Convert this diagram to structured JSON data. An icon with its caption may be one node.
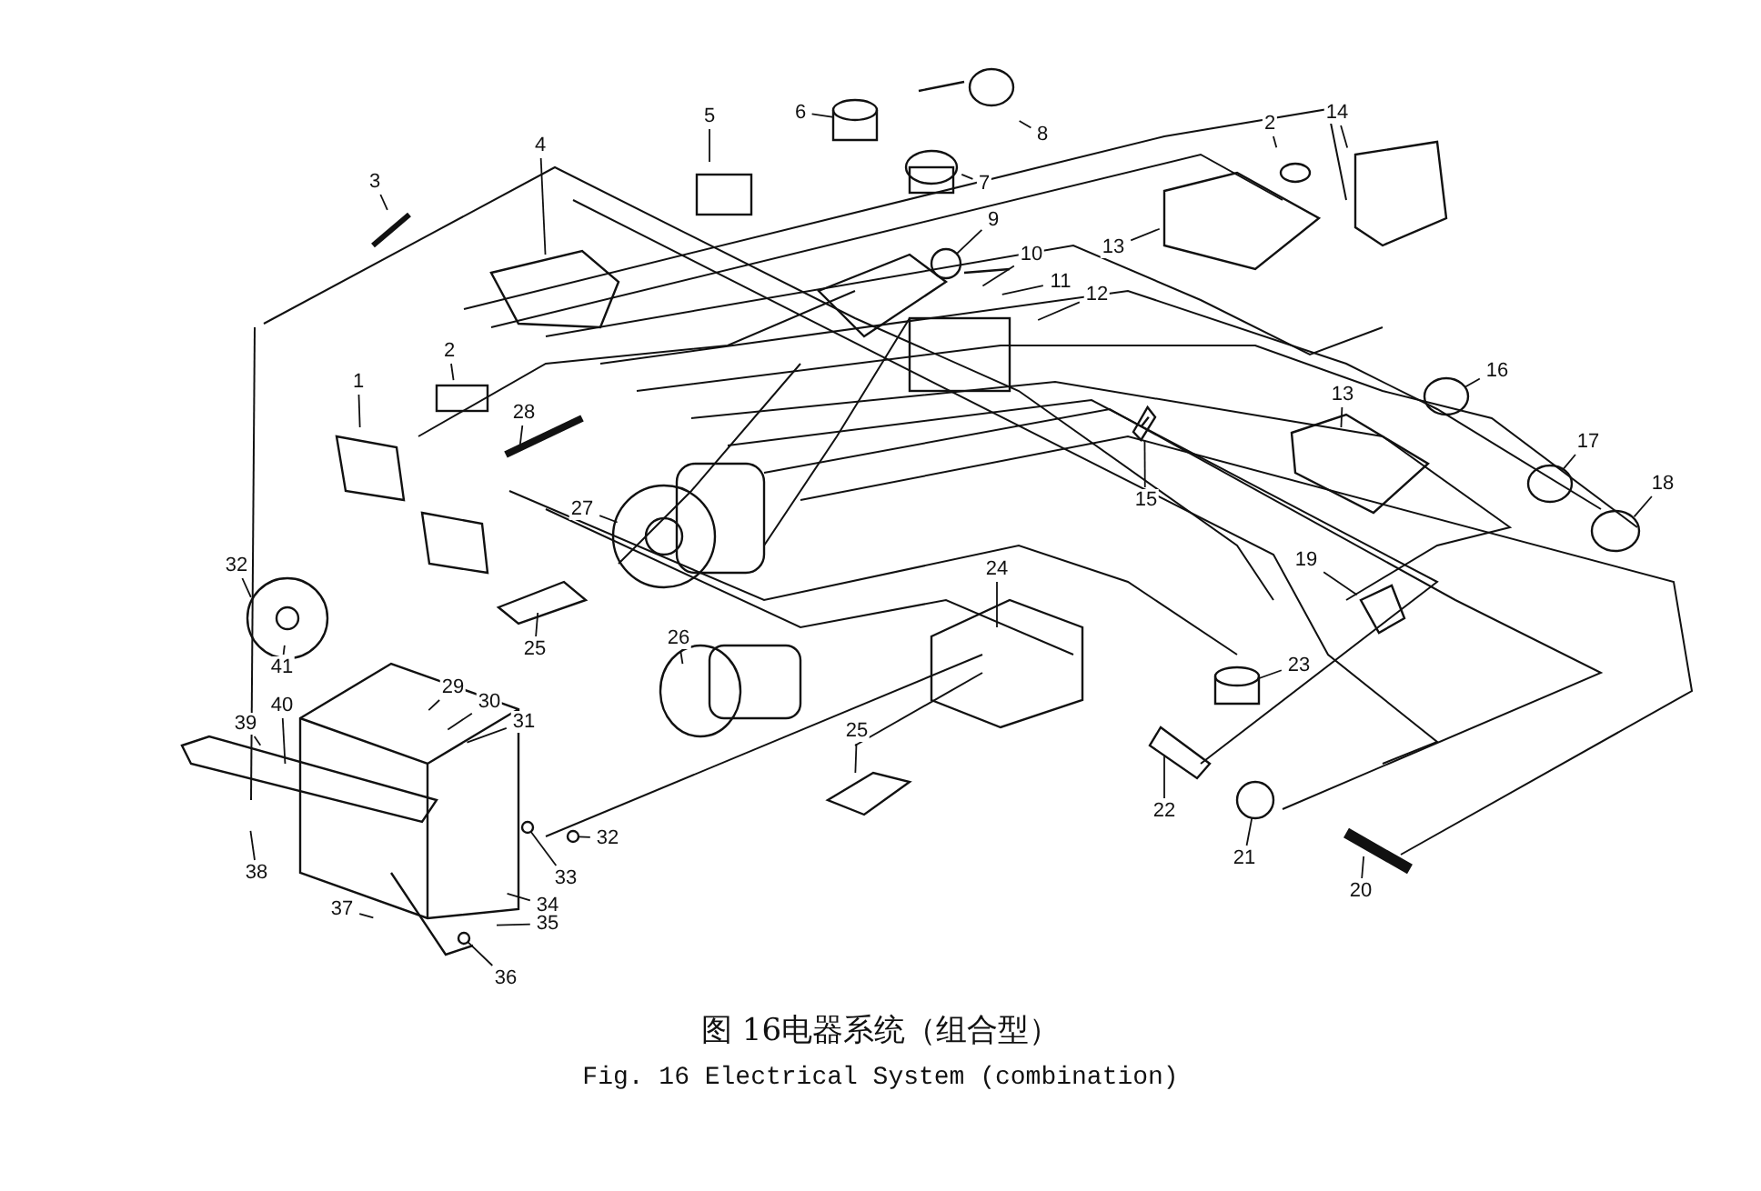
{
  "diagram": {
    "caption": "图 16电器系统（组合型）",
    "nodes": [
      {
        "text": [
          "6"
        ]
      },
      {
        "text": [
          "14"
        ]
      },
      {
        "text": [
          "5"
        ]
      },
      {
        "text": [
          "2"
        ]
      },
      {
        "text": [
          "8"
        ]
      },
      {
        "text": [
          "4"
        ]
      },
      {
        "text": [
          "3"
        ]
      },
      {
        "text": [
          "7"
        ]
      },
      {
        "text": [
          "9"
        ]
      },
      {
        "text": [
          "13"
        ]
      },
      {
        "text": [
          "10"
        ]
      },
      {
        "text": [
          "11"
        ]
      },
      {
        "text": [
          "12"
        ]
      },
      {
        "text": [
          "2"
        ]
      },
      {
        "text": [
          "16"
        ]
      },
      {
        "text": [
          "1"
        ]
      },
      {
        "text": [
          "13"
        ]
      },
      {
        "text": [
          "28"
        ]
      },
      {
        "text": [
          "17"
        ]
      },
      {
        "text": [
          "18"
        ]
      },
      {
        "text": [
          "15"
        ]
      },
      {
        "text": [
          "27"
        ]
      },
      {
        "text": [
          "19"
        ]
      },
      {
        "text": [
          "24"
        ]
      },
      {
        "text": [
          "32"
        ]
      },
      {
        "text": [
          "26"
        ]
      },
      {
        "text": [
          "25"
        ]
      },
      {
        "text": [
          "41"
        ]
      },
      {
        "text": [
          "23"
        ]
      },
      {
        "text": [
          "29"
        ]
      },
      {
        "text": [
          "30"
        ]
      },
      {
        "text": [
          "40"
        ]
      },
      {
        "text": [
          "31"
        ]
      },
      {
        "text": [
          "39"
        ]
      },
      {
        "text": [
          "25"
        ]
      },
      {
        "text": [
          "22"
        ]
      },
      {
        "text": [
          "32"
        ]
      },
      {
        "text": [
          "21"
        ]
      },
      {
        "text": [
          "38"
        ]
      },
      {
        "text": [
          "33"
        ]
      },
      {
        "text": [
          "20"
        ]
      },
      {
        "text": [
          "34"
        ]
      },
      {
        "text": [
          "37"
        ]
      },
      {
        "text": [
          "35"
        ]
      },
      {
        "text": [
          "36"
        ]
      },
      {
        "text": [],
        "shape": "cylinder"
      },
      {
        "text": [],
        "shape": "circle"
      },
      {
        "text": [],
        "shape": "circle"
      },
      {
        "text": [],
        "shape": "circle"
      },
      {
        "text": [],
        "shape": "picture"
      },
      {
        "text": [],
        "shape": "cylinder"
      },
      {
        "text": [],
        "shape": "circle"
      },
      {
        "text": [],
        "shape": "circle"
      },
      {
        "text": [],
        "shape": "circle"
      },
      {
        "text": [],
        "shape": "circle"
      }
    ],
    "edges": [
      {
        "from": 0,
        "to": 45,
        "arrow": "none"
      },
      {
        "from": 1,
        "to": null,
        "arrow": "none"
      },
      {
        "from": 2,
        "to": null,
        "arrow": "none"
      },
      {
        "from": 3,
        "to": null,
        "arrow": "none"
      },
      {
        "from": 4,
        "to": null,
        "arrow": "none"
      },
      {
        "from": 5,
        "to": null,
        "arrow": "none"
      },
      {
        "from": 6,
        "to": null,
        "arrow": "none"
      },
      {
        "from": 7,
        "to": null,
        "arrow": "none"
      },
      {
        "from": 8,
        "to": 46,
        "arrow": "none"
      },
      {
        "from": 9,
        "to": null,
        "arrow": "none"
      },
      {
        "from": 10,
        "to": null,
        "arrow": "none"
      },
      {
        "from": 11,
        "to": null,
        "arrow": "none"
      },
      {
        "from": 12,
        "to": null,
        "arrow": "none"
      },
      {
        "from": 13,
        "to": null,
        "arrow": "none"
      },
      {
        "from": 14,
        "to": 47,
        "arrow": "none"
      },
      {
        "from": 15,
        "to": null,
        "arrow": "none"
      },
      {
        "from": 16,
        "to": null,
        "arrow": "none"
      },
      {
        "from": 17,
        "to": null,
        "arrow": "none"
      },
      {
        "from": 18,
        "to": 48,
        "arrow": "none"
      },
      {
        "from": 19,
        "to": null,
        "arrow": "none"
      },
      {
        "from": 20,
        "to": 49,
        "arrow": "none"
      },
      {
        "from": 21,
        "to": null,
        "arrow": "none"
      },
      {
        "from": 22,
        "to": null,
        "arrow": "none"
      },
      {
        "from": 23,
        "to": null,
        "arrow": "none"
      },
      {
        "from": 24,
        "to": null,
        "arrow": "none"
      },
      {
        "from": 25,
        "to": null,
        "arrow": "none"
      },
      {
        "from": 26,
        "to": null,
        "arrow": "none"
      },
      {
        "from": 27,
        "to": null,
        "arrow": "none"
      },
      {
        "from": 28,
        "to": 50,
        "arrow": "none"
      },
      {
        "from": 29,
        "to": null,
        "arrow": "none"
      },
      {
        "from": 30,
        "to": null,
        "arrow": "none"
      },
      {
        "from": 31,
        "to": null,
        "arrow": "none"
      },
      {
        "from": 32,
        "to": null,
        "arrow": "none"
      },
      {
        "from": 33,
        "to": null,
        "arrow": "none"
      },
      {
        "from": 34,
        "to": null,
        "arrow": "none"
      },
      {
        "from": 35,
        "to": null,
        "arrow": "none"
      },
      {
        "from": 36,
        "to": 51,
        "arrow": "none"
      },
      {
        "from": 37,
        "to": 52,
        "arrow": "none"
      },
      {
        "from": 38,
        "to": null,
        "arrow": "none"
      },
      {
        "from": 39,
        "to": 53,
        "arrow": "none"
      },
      {
        "from": 40,
        "to": null,
        "arrow": "none"
      },
      {
        "from": 41,
        "to": null,
        "arrow": "none"
      },
      {
        "from": 42,
        "to": null,
        "arrow": "none"
      },
      {
        "from": 43,
        "to": null,
        "arrow": "none"
      },
      {
        "from": 44,
        "to": 54,
        "arrow": "none"
      }
    ],
    "labels": [
      "Fig. 16 Electrical System (combination)"
    ]
  }
}
